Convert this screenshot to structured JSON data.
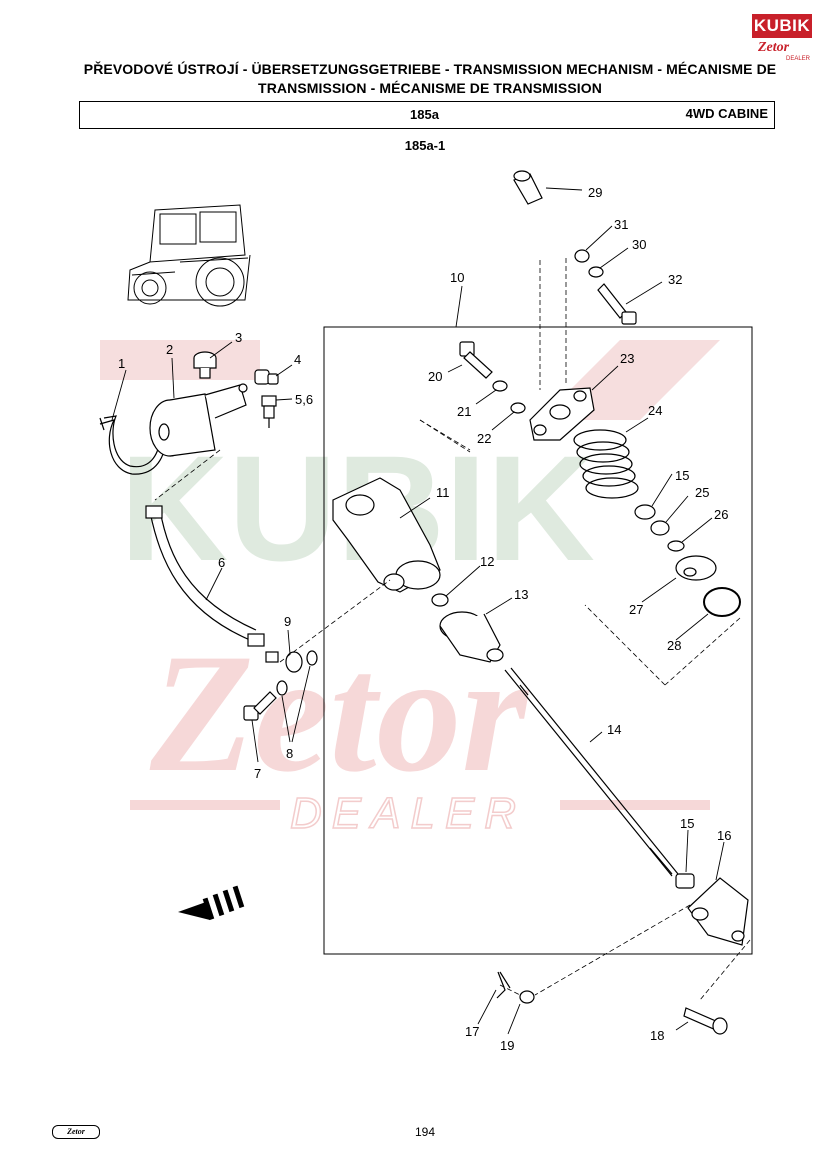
{
  "header": {
    "title_line1": "PŘEVODOVÉ ÚSTROJÍ - ÜBERSETZUNGSGETRIEBE - TRANSMISSION MECHANISM - MÉCANISME DE",
    "title_line2": "TRANSMISSION - MÉCANISME DE TRANSMISSION",
    "code": "185a",
    "variant": "4WD CABINE",
    "subfigure": "185a-1"
  },
  "logo": {
    "brand": "KUBIK",
    "sub": "Zetor",
    "tag": "DEALER"
  },
  "watermark": {
    "brand": "KUBIK",
    "sub": "Zetor",
    "tag": "DEALER"
  },
  "footer": {
    "page_number": "194",
    "logo": "Zetor"
  },
  "callouts": {
    "c1": "1",
    "c2": "2",
    "c3": "3",
    "c4": "4",
    "c56": "5,6",
    "c6": "6",
    "c7": "7",
    "c8": "8",
    "c9": "9",
    "c10": "10",
    "c11": "11",
    "c12": "12",
    "c13": "13",
    "c14": "14",
    "c15a": "15",
    "c15b": "15",
    "c16": "16",
    "c17": "17",
    "c18": "18",
    "c19": "19",
    "c20": "20",
    "c21": "21",
    "c22": "22",
    "c23": "23",
    "c24": "24",
    "c25": "25",
    "c26": "26",
    "c27": "27",
    "c28": "28",
    "c29": "29",
    "c30": "30",
    "c31": "31",
    "c32": "32"
  },
  "colors": {
    "watermark": "#f3cccc",
    "watermark_green": "#dfeadf",
    "ink": "#000000",
    "brand_red": "#c8202a"
  }
}
